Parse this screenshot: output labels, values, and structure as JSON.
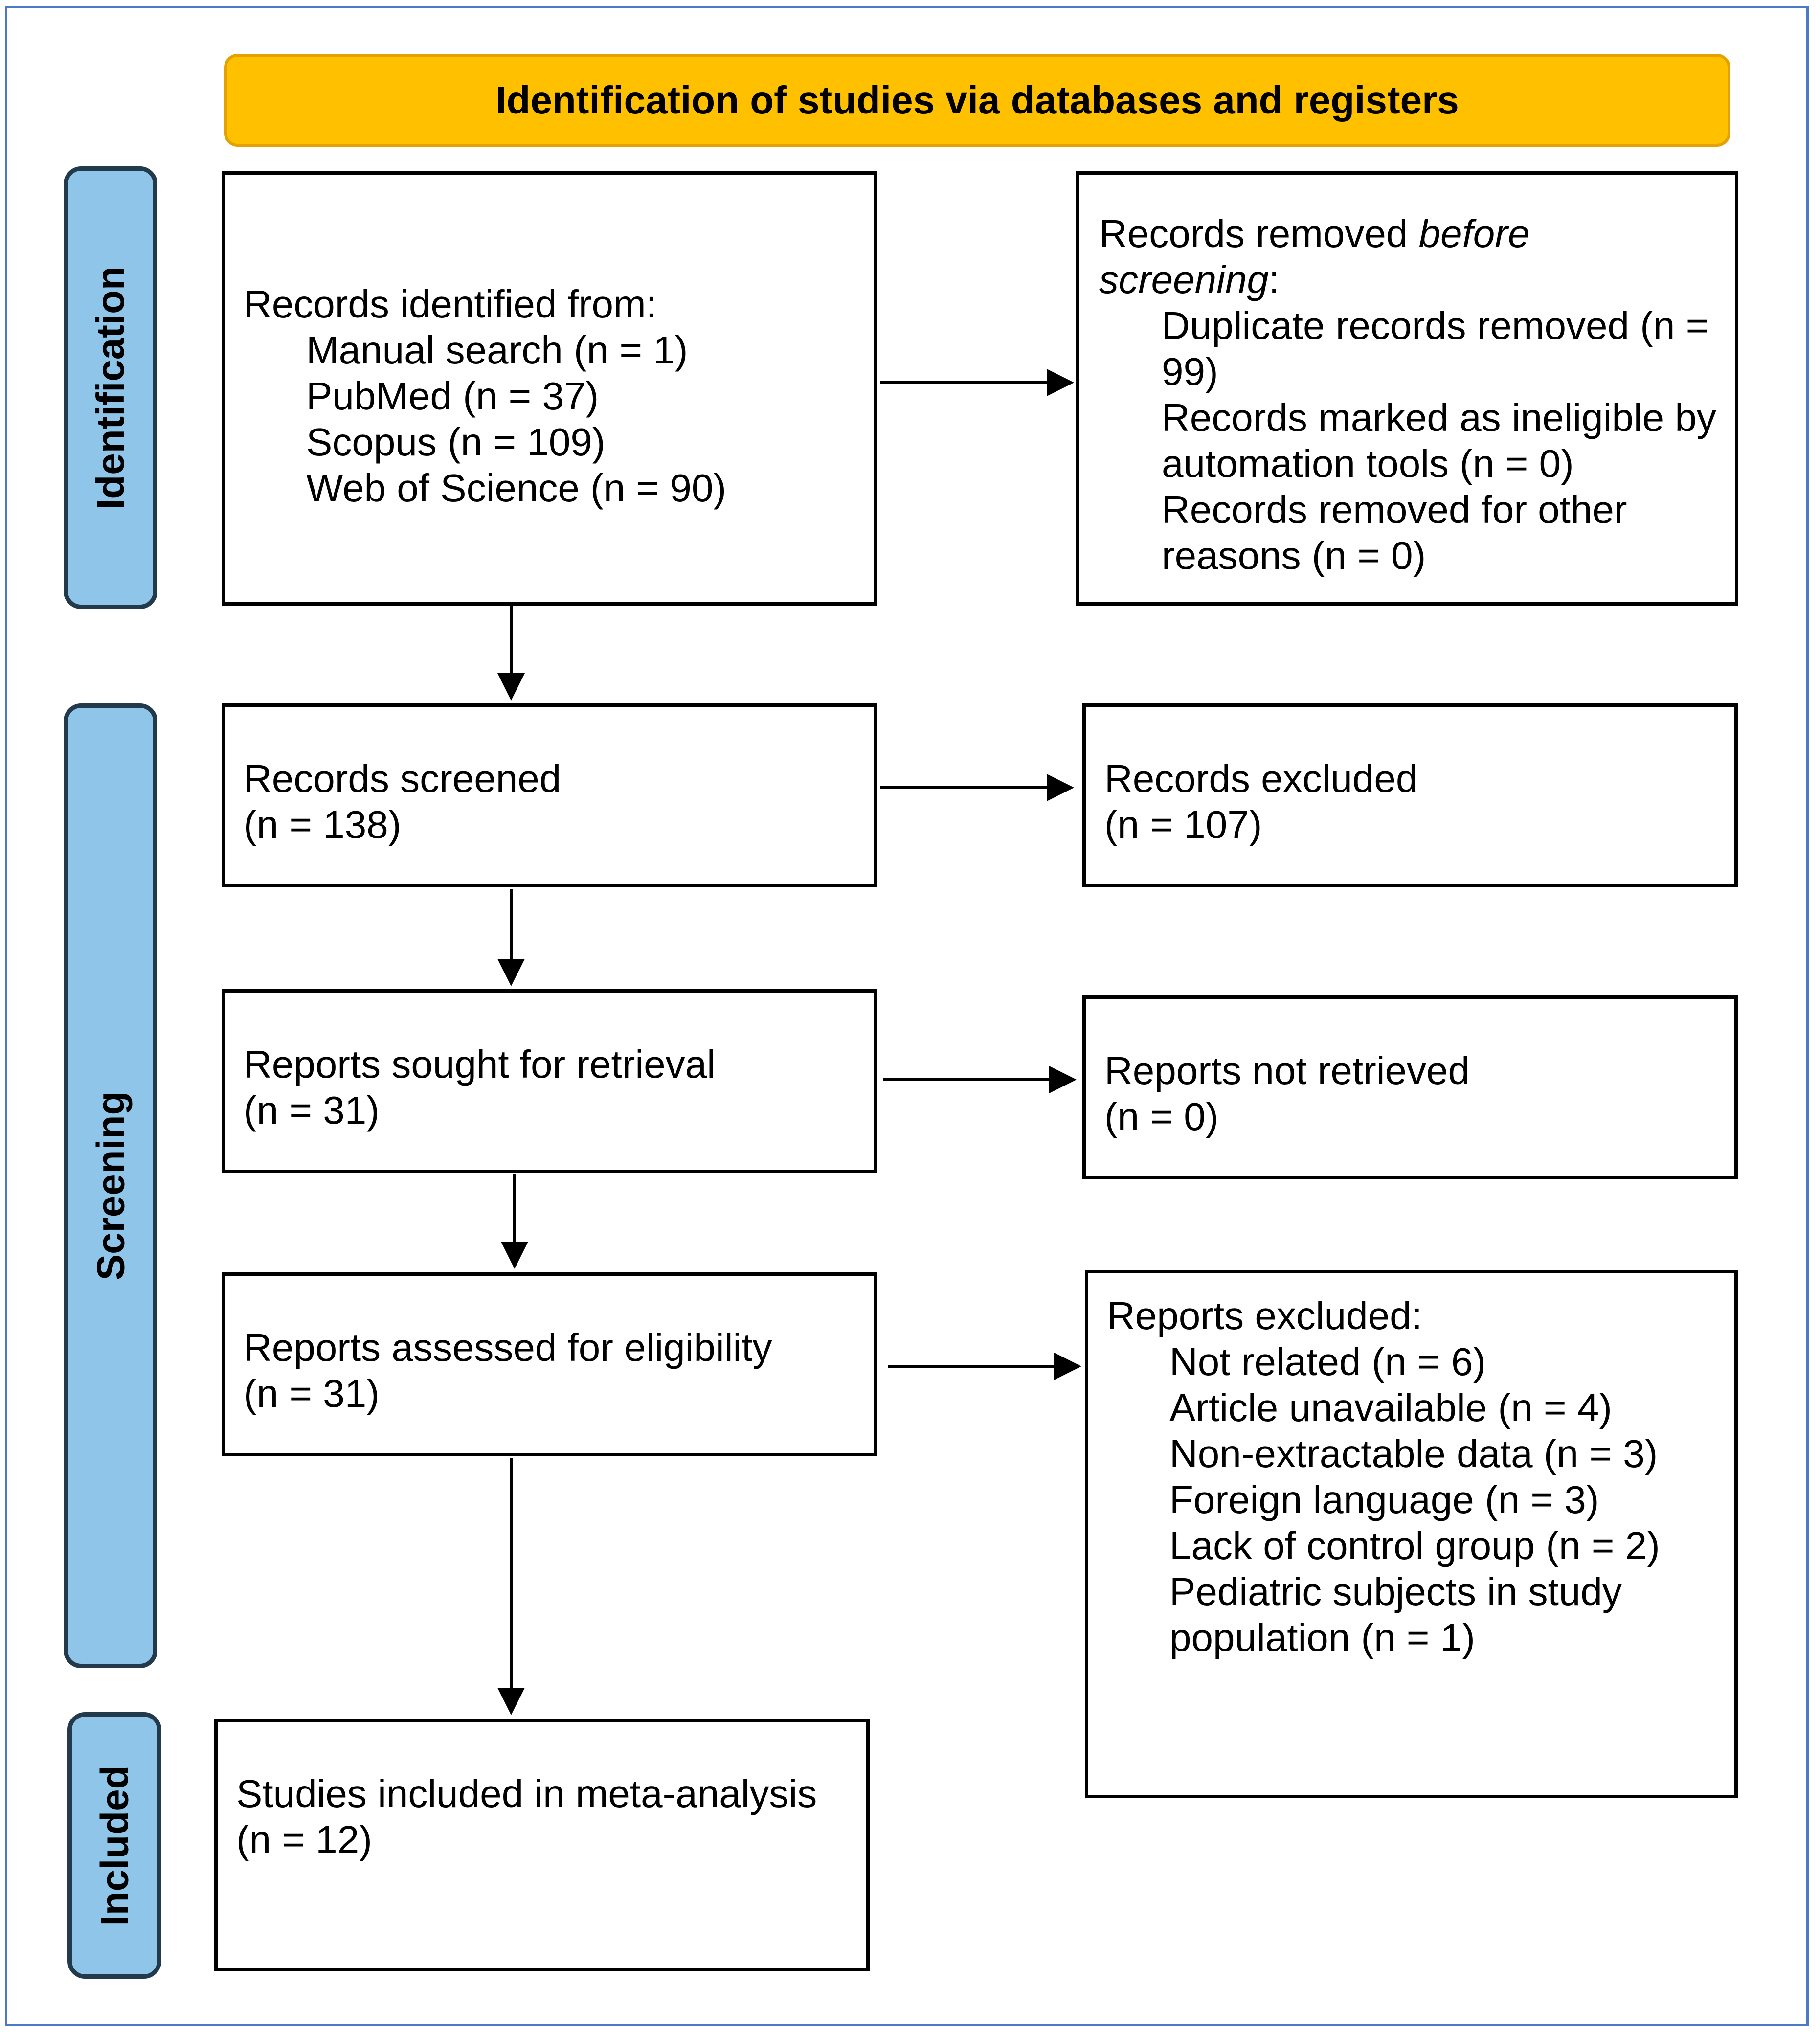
{
  "header": {
    "title": "Identification of studies via databases and registers"
  },
  "phases": {
    "identification": "Identification",
    "screening": "Screening",
    "included": "Included"
  },
  "records_identified": {
    "heading": "Records identified from:",
    "items": [
      "Manual search (n = 1)",
      "PubMed (n = 37)",
      "Scopus (n = 109)",
      "Web of Science (n = 90)"
    ]
  },
  "records_removed": {
    "heading_plain": "Records removed ",
    "heading_italic_1": "before",
    "heading_italic_2": "screening",
    "heading_colon": ":",
    "items": [
      "Duplicate records removed (n = 99)",
      "Records marked as ineligible by automation tools (n = 0)",
      "Records removed for other reasons (n = 0)"
    ]
  },
  "records_screened": {
    "label": "Records screened",
    "count": "(n = 138)"
  },
  "records_excluded": {
    "label": "Records excluded",
    "count": "(n = 107)"
  },
  "reports_sought": {
    "label": "Reports sought for retrieval",
    "count": "(n = 31)"
  },
  "reports_not_retrieved": {
    "label": "Reports not retrieved",
    "count": "(n = 0)"
  },
  "reports_assessed": {
    "label": "Reports assessed for eligibility",
    "count": "(n = 31)"
  },
  "reports_excluded": {
    "heading": "Reports excluded:",
    "items": [
      "Not related (n = 6)",
      "Article unavailable (n = 4)",
      "Non-extractable data (n = 3)",
      "Foreign language (n = 3)",
      "Lack of control group (n = 2)",
      "Pediatric subjects in study population (n = 1)"
    ]
  },
  "studies_included": {
    "label": "Studies included in meta-analysis",
    "count": "(n = 12)"
  }
}
